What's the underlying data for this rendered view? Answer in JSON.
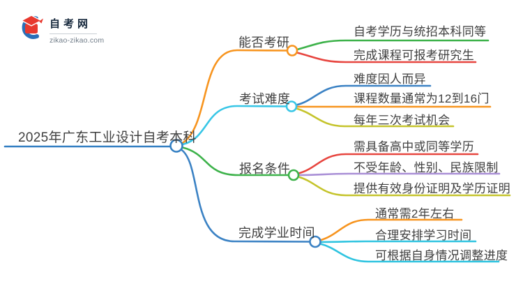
{
  "logo": {
    "title": "自考网",
    "domain": "zikao-zikao.com"
  },
  "root": {
    "label": "2025年广东工业设计自考本科",
    "color": "#337fc2"
  },
  "branches": [
    {
      "label": "能否考研",
      "color": "#f7941e",
      "children": [
        {
          "label": "自考学历与统招本科同等",
          "color": "#3db24a"
        },
        {
          "label": "完成课程可报考研究生",
          "color": "#e7453f"
        }
      ]
    },
    {
      "label": "考试难度",
      "color": "#38c6e6",
      "children": [
        {
          "label": "难度因人而异",
          "color": "#3b82c4"
        },
        {
          "label": "课程数量通常为12到16门",
          "color": "#f7941e"
        },
        {
          "label": "每年三次考试机会",
          "color": "#c5c42c"
        }
      ]
    },
    {
      "label": "报名条件",
      "color": "#3db24a",
      "children": [
        {
          "label": "需具备高中或同等学历",
          "color": "#e7453f"
        },
        {
          "label": "不受年龄、性别、民族限制",
          "color": "#a98fd6"
        },
        {
          "label": "提供有效身份证明及学历证明",
          "color": "#c5c42c"
        }
      ]
    },
    {
      "label": "完成学业时间",
      "color": "#3b82c4",
      "children": [
        {
          "label": "通常需2年左右",
          "color": "#f7941e"
        },
        {
          "label": "合理安排学习时间",
          "color": "#2fc4e0"
        },
        {
          "label": "可根据自身情况调整进度",
          "color": "#2fc4e0"
        }
      ]
    }
  ],
  "colors": {
    "text": "#3f3f3f",
    "background": "#ffffff"
  }
}
